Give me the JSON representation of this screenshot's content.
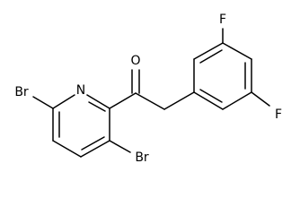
{
  "atoms": {
    "o": "O",
    "n": "N",
    "br_left": "Br",
    "br_bottom": "Br",
    "f_top": "F",
    "f_right": "F"
  }
}
